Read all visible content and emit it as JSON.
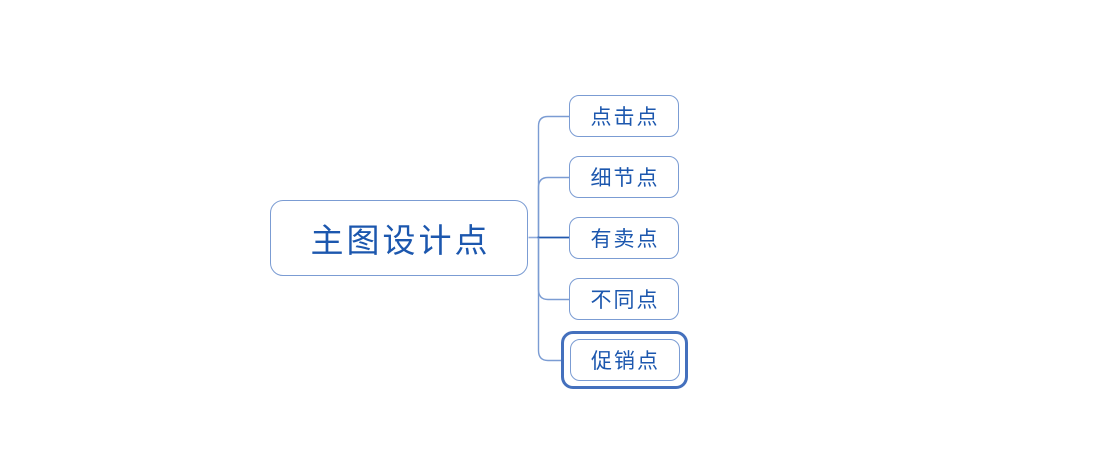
{
  "app": {
    "type": "mind-map",
    "background_color": "#ffffff"
  },
  "colors": {
    "node_border": "#7b9cd3",
    "node_text": "#1c57ae",
    "connector_light": "#8fabdc",
    "connector_branch": "#7b9cd3",
    "connector_dark": "#2158ae",
    "selection_border": "#4470bd"
  },
  "mindmap": {
    "root": {
      "label": "主图设计点"
    },
    "children": [
      {
        "label": "点击点",
        "selected": false
      },
      {
        "label": "细节点",
        "selected": false
      },
      {
        "label": "有卖点",
        "selected": false
      },
      {
        "label": "不同点",
        "selected": false
      },
      {
        "label": "促销点",
        "selected": true
      }
    ]
  }
}
